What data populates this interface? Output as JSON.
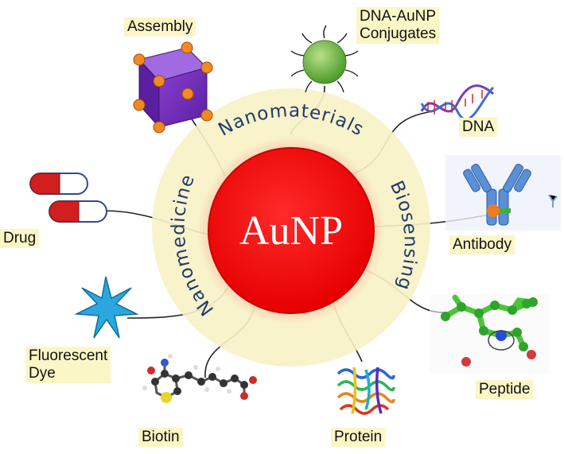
{
  "center": {
    "label": "AuNP",
    "color": "#ff0000"
  },
  "ring_labels": {
    "top": "Nanomaterials",
    "left": "Nanomedicine",
    "right": "Biosensing",
    "band_color": "#f7f2c4",
    "text_color": "#1f3a6e"
  },
  "nodes": {
    "assembly": "Assembly",
    "conjugates_line1": "DNA-AuNP",
    "conjugates_line2": "Conjugates",
    "dna": "DNA",
    "antibody": "Antibody",
    "drug": "Drug",
    "fluorescent_line1": "Fluorescent",
    "fluorescent_line2": "Dye",
    "biotin": "Biotin",
    "protein": "Protein",
    "peptide": "Peptide"
  },
  "icons": {
    "assembly": "purple-cube-lattice-icon",
    "conjugates": "green-nanoparticle-icon",
    "dna": "dna-helix-icon",
    "antibody": "antibody-icon",
    "drug": "capsule-pill-icon",
    "fluorescent": "blue-star-icon",
    "biotin": "biotin-molecule-icon",
    "protein": "protein-ribbon-icon",
    "peptide": "peptide-molecule-icon"
  },
  "label_background": "#fbf6c6"
}
